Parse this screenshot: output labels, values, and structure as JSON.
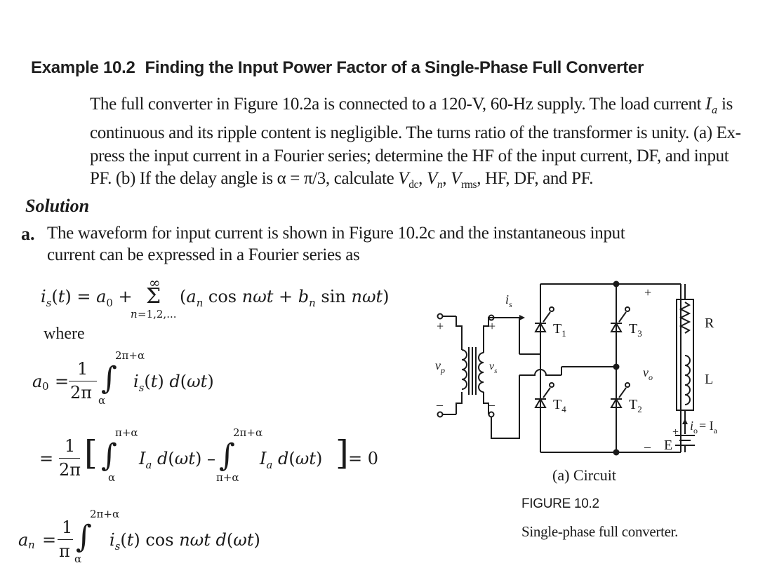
{
  "example": {
    "label": "Example 10.2",
    "title": "Finding the Input Power Factor of a Single-Phase Full Converter"
  },
  "problem": {
    "lines": [
      "The full converter in Figure 10.2a is connected to a 120-V, 60-Hz supply. The load current",
      "continuous and its ripple content is negligible. The turns ratio of the transformer is unity. (a) Ex-",
      "press the input current in a Fourier series; determine the HF of the input current, DF, and input",
      "PF. (b) If the delay angle is α = π/3, calculate"
    ],
    "line1_tail": "is",
    "line4_tail": "HF, DF, and PF."
  },
  "solution": {
    "heading": "Solution",
    "part_a_label": "a.",
    "part_a_lines": [
      "The waveform for input current is shown in Figure 10.2c and the instantaneous input",
      "current can be expressed in a Fourier series as"
    ],
    "where": "where",
    "result_zero": "= 0"
  },
  "figure": {
    "number": "FIGURE 10.2",
    "caption": "Single-phase full converter.",
    "subcaption": "(a) Circuit",
    "labels": {
      "vp": "v",
      "vp_sub": "p",
      "vs": "v",
      "vs_sub": "s",
      "is": "i",
      "is_sub": "s",
      "vo": "v",
      "vo_sub": "o",
      "t1": "T",
      "t1_sub": "1",
      "t2": "T",
      "t2_sub": "2",
      "t3": "T",
      "t3_sub": "3",
      "t4": "T",
      "t4_sub": "4",
      "r": "R",
      "l": "L",
      "e": "E",
      "io": "i",
      "io_sub": "o",
      "io_eq": "= I",
      "io_eq_sub": "a",
      "plus": "+",
      "minus": "–"
    }
  },
  "colors": {
    "ink": "#1a1a1a",
    "background": "#ffffff"
  }
}
